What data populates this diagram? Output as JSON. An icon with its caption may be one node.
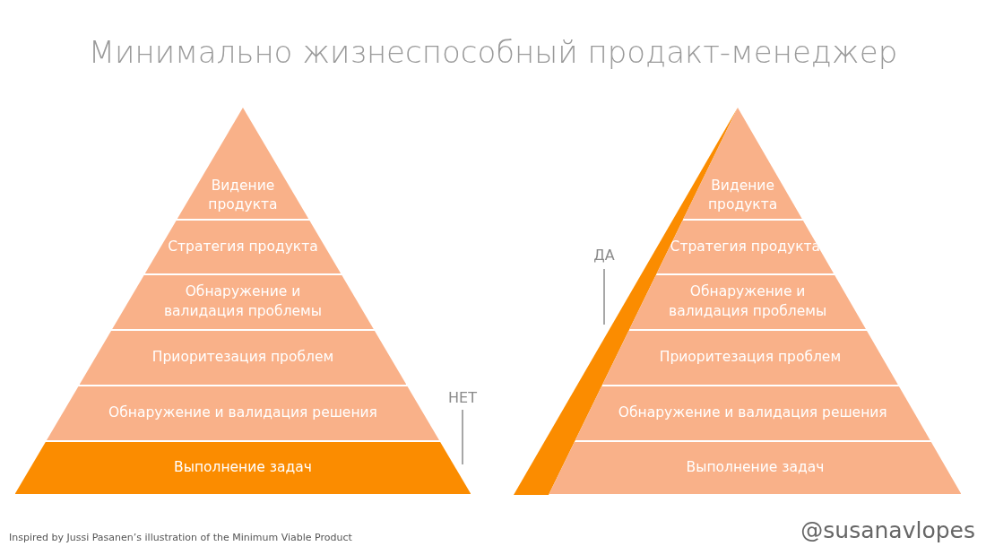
{
  "diagram": {
    "title": "Минимально жизнеспособный продакт-менеджер",
    "nodes": [
      {
        "text": [
          "Видение продукта"
        ]
      },
      {
        "text": [
          "Стратегия продукта"
        ]
      },
      {
        "text": [
          "Обнаружение и валидация проблемы"
        ]
      },
      {
        "text": [
          "Приоритезация проблем"
        ]
      },
      {
        "text": [
          "Обнаружение и валидация решения"
        ]
      },
      {
        "text": [
          "Выполнение задач"
        ]
      },
      {
        "text": [
          "Видение продукта"
        ]
      },
      {
        "text": [
          "Стратегия продукта"
        ]
      },
      {
        "text": [
          "Обнаружение и валидация проблемы"
        ]
      },
      {
        "text": [
          "Приоритезация проблем"
        ]
      },
      {
        "text": [
          "Обнаружение и валидация решения"
        ]
      },
      {
        "text": [
          "Выполнение задач"
        ]
      }
    ],
    "edges": [],
    "labels": [
      "ДА",
      "НЕТ",
      "Inspired by Jussi Pasanen’s illustration of the Minimum Viable Product",
      "@susanavlopes"
    ]
  }
}
